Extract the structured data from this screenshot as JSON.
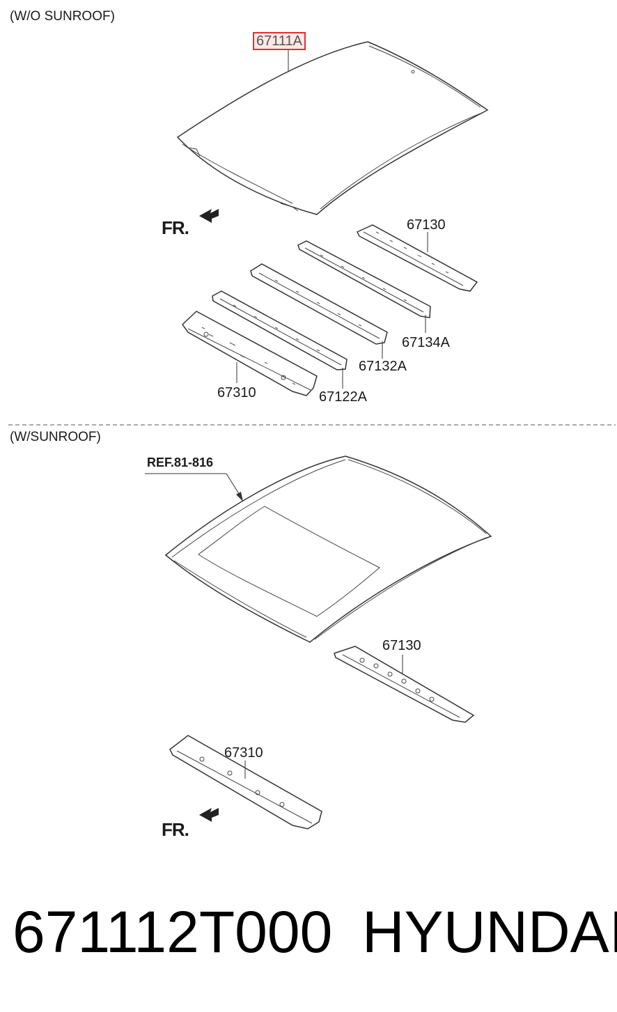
{
  "sections": {
    "without_sunroof": "(W/O SUNROOF)",
    "with_sunroof": "(W/SUNROOF)"
  },
  "direction_label": "FR.",
  "reference": "REF.81-816",
  "parts_top": {
    "roof_panel": "67111A",
    "rail_rear": "67130",
    "rail_134": "67134A",
    "rail_132": "67132A",
    "rail_122": "67122A",
    "rail_front": "67310"
  },
  "parts_bottom": {
    "rail_rear": "67130",
    "rail_front": "67310"
  },
  "footer": {
    "part_number": "671112T000",
    "brand": "HYUNDAI"
  },
  "colors": {
    "highlight_border": "#e03030",
    "highlight_fill": "#fde7e7",
    "line": "#333333"
  }
}
